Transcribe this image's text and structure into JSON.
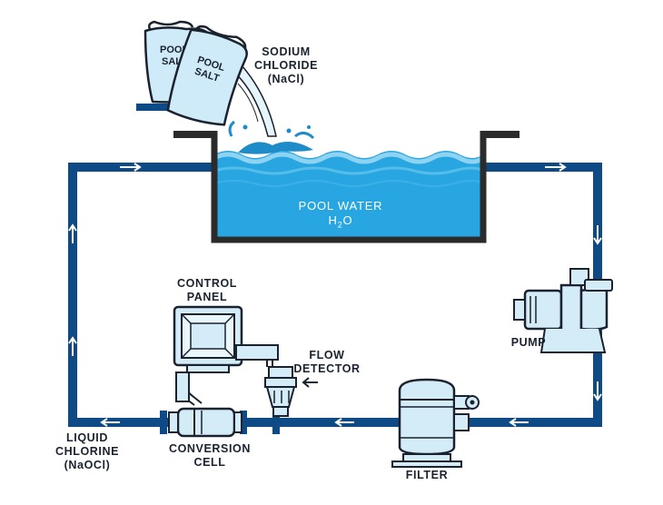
{
  "labels": {
    "sodium_chloride": [
      "SODIUM",
      "CHLORIDE",
      "(NaCl)"
    ],
    "pool_water": [
      "POOL WATER"
    ],
    "control_panel": [
      "CONTROL",
      "PANEL"
    ],
    "flow_detector": [
      "FLOW",
      "DETECTOR"
    ],
    "pump": [
      "PUMP"
    ],
    "liquid_chlorine": [
      "LIQUID",
      "CHLORINE",
      "(NaOCl)"
    ],
    "conversion_cell": [
      "CONVERSION",
      "CELL"
    ],
    "filter": [
      "FILTER"
    ]
  },
  "bags": [
    {
      "line1": "POOL",
      "line2": "SALT"
    },
    {
      "line1": "POOL",
      "line2": "SALT"
    }
  ],
  "pool_formula": {
    "base": "H",
    "subscript": "2",
    "tail": "O"
  },
  "colors": {
    "pipe": "#0d4a86",
    "pool_water": "#28a6e2",
    "pool_wall": "#2b2b2b",
    "equipment_fill": "#d3ecf8",
    "outline": "#1a2230",
    "bag_fill": "#cfeaf8"
  }
}
